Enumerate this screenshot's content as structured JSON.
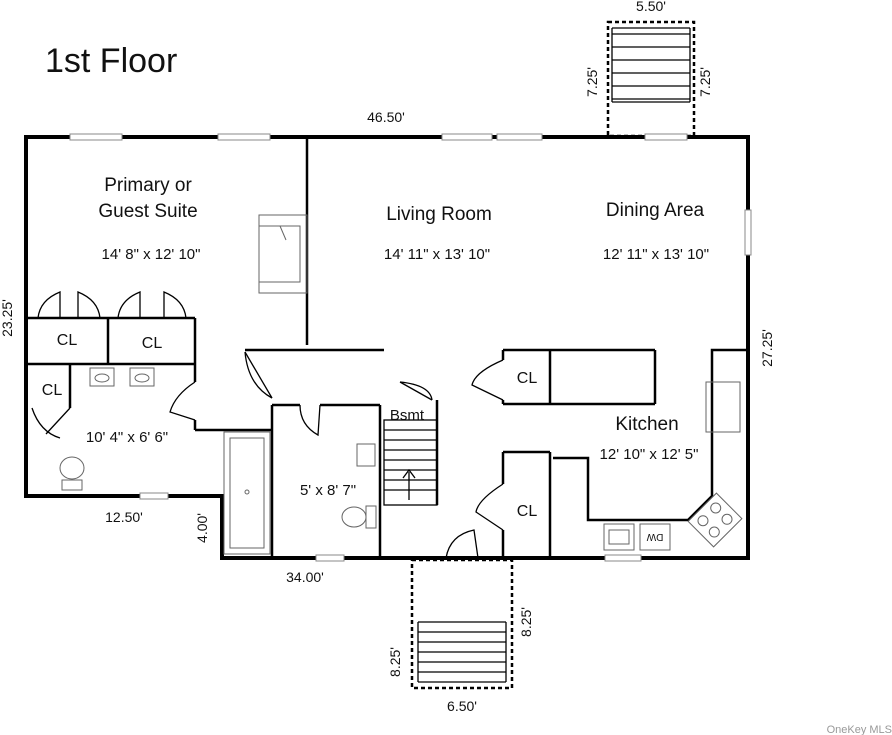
{
  "title": "1st Floor",
  "rooms": {
    "primary_suite": {
      "name_line1": "Primary or",
      "name_line2": "Guest Suite",
      "size": "14' 8\" x 12' 10\""
    },
    "living_room": {
      "name": "Living Room",
      "size": "14' 11\" x 13' 10\""
    },
    "dining_area": {
      "name": "Dining Area",
      "size": "12' 11\" x 13' 10\""
    },
    "kitchen": {
      "name": "Kitchen",
      "size": "12' 10\" x 12' 5\""
    },
    "primary_bath": {
      "size": "10' 4\" x 6' 6\""
    },
    "half_bath": {
      "size": "5' x 8' 7\""
    },
    "stairs": {
      "label": "Bsmt"
    },
    "closet_label": "CL",
    "dishwasher_label": "DW"
  },
  "dimensions": {
    "top_width": "46.50'",
    "left_height": "23.25'",
    "right_height": "27.25'",
    "bottom_left_width": "12.50'",
    "bottom_step": "4.00'",
    "bottom_width": "34.00'",
    "deck_top_width": "5.50'",
    "deck_top_left": "7.25'",
    "deck_top_right": "7.25'",
    "deck_bottom_left": "8.25'",
    "deck_bottom_right": "8.25'",
    "deck_bottom_width": "6.50'"
  },
  "watermark": "OneKey MLS"
}
